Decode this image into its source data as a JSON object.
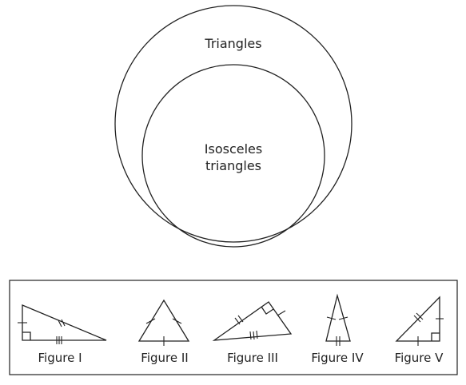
{
  "venn": {
    "outer_label": "Triangles",
    "inner_label_line1": "Isosceles",
    "inner_label_line2": "triangles"
  },
  "figures": [
    {
      "label": "Figure I"
    },
    {
      "label": "Figure II"
    },
    {
      "label": "Figure III"
    },
    {
      "label": "Figure IV"
    },
    {
      "label": "Figure V"
    }
  ],
  "colors": {
    "ink": "#222222",
    "background": "#ffffff"
  }
}
